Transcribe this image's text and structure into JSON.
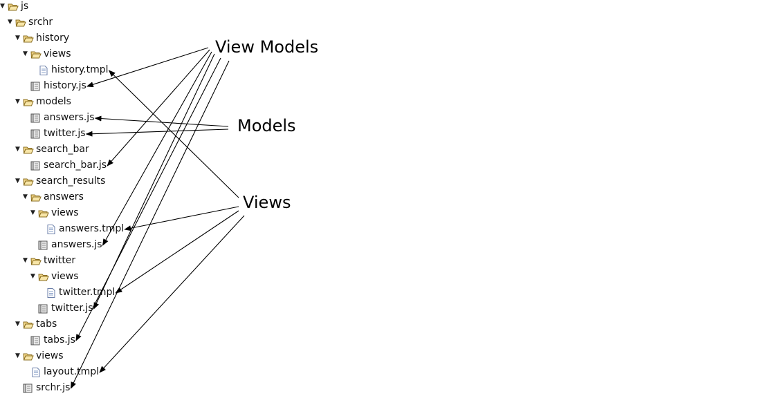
{
  "tree": [
    {
      "id": "js",
      "label": "js",
      "type": "folder",
      "depth": 0
    },
    {
      "id": "srchr",
      "label": "srchr",
      "type": "folder",
      "depth": 1
    },
    {
      "id": "history",
      "label": "history",
      "type": "folder",
      "depth": 2
    },
    {
      "id": "history-views",
      "label": "views",
      "type": "folder",
      "depth": 3
    },
    {
      "id": "history-tmpl",
      "label": "history.tmpl",
      "type": "tmpl",
      "depth": 4
    },
    {
      "id": "history-js",
      "label": "history.js",
      "type": "js",
      "depth": 3
    },
    {
      "id": "models",
      "label": "models",
      "type": "folder",
      "depth": 2
    },
    {
      "id": "answers-model-js",
      "label": "answers.js",
      "type": "js",
      "depth": 3
    },
    {
      "id": "twitter-model-js",
      "label": "twitter.js",
      "type": "js",
      "depth": 3
    },
    {
      "id": "search-bar",
      "label": "search_bar",
      "type": "folder",
      "depth": 2
    },
    {
      "id": "search-bar-js",
      "label": "search_bar.js",
      "type": "js",
      "depth": 3
    },
    {
      "id": "search-results",
      "label": "search_results",
      "type": "folder",
      "depth": 2
    },
    {
      "id": "answers",
      "label": "answers",
      "type": "folder",
      "depth": 3
    },
    {
      "id": "answers-views",
      "label": "views",
      "type": "folder",
      "depth": 4
    },
    {
      "id": "answers-tmpl",
      "label": "answers.tmpl",
      "type": "tmpl",
      "depth": 5
    },
    {
      "id": "answers-js",
      "label": "answers.js",
      "type": "js",
      "depth": 4
    },
    {
      "id": "twitter",
      "label": "twitter",
      "type": "folder",
      "depth": 3
    },
    {
      "id": "twitter-views",
      "label": "views",
      "type": "folder",
      "depth": 4
    },
    {
      "id": "twitter-tmpl",
      "label": "twitter.tmpl",
      "type": "tmpl",
      "depth": 5
    },
    {
      "id": "twitter-js",
      "label": "twitter.js",
      "type": "js",
      "depth": 4
    },
    {
      "id": "tabs",
      "label": "tabs",
      "type": "folder",
      "depth": 2
    },
    {
      "id": "tabs-js",
      "label": "tabs.js",
      "type": "js",
      "depth": 3
    },
    {
      "id": "views",
      "label": "views",
      "type": "folder",
      "depth": 2
    },
    {
      "id": "layout-tmpl",
      "label": "layout.tmpl",
      "type": "tmpl",
      "depth": 3
    },
    {
      "id": "srchr-js",
      "label": "srchr.js",
      "type": "js",
      "depth": 2
    }
  ],
  "callouts": [
    {
      "id": "view-models",
      "label": "View Models",
      "targets": [
        "history-js",
        "search-bar-js",
        "answers-js",
        "twitter-js",
        "tabs-js",
        "srchr-js"
      ]
    },
    {
      "id": "models",
      "label": "Models",
      "targets": [
        "answers-model-js",
        "twitter-model-js"
      ]
    },
    {
      "id": "views",
      "label": "Views",
      "targets": [
        "history-tmpl",
        "answers-tmpl",
        "twitter-tmpl",
        "layout-tmpl"
      ]
    }
  ],
  "icons": {
    "folder": "open-folder-icon",
    "js": "script-file-icon",
    "tmpl": "template-file-icon",
    "toggle": "expanded-triangle-icon"
  },
  "colors": {
    "folder_fill": "#f3d789",
    "folder_stroke": "#8a6d1f",
    "file_stroke": "#555555",
    "arrow": "#000000",
    "text": "#111111"
  }
}
